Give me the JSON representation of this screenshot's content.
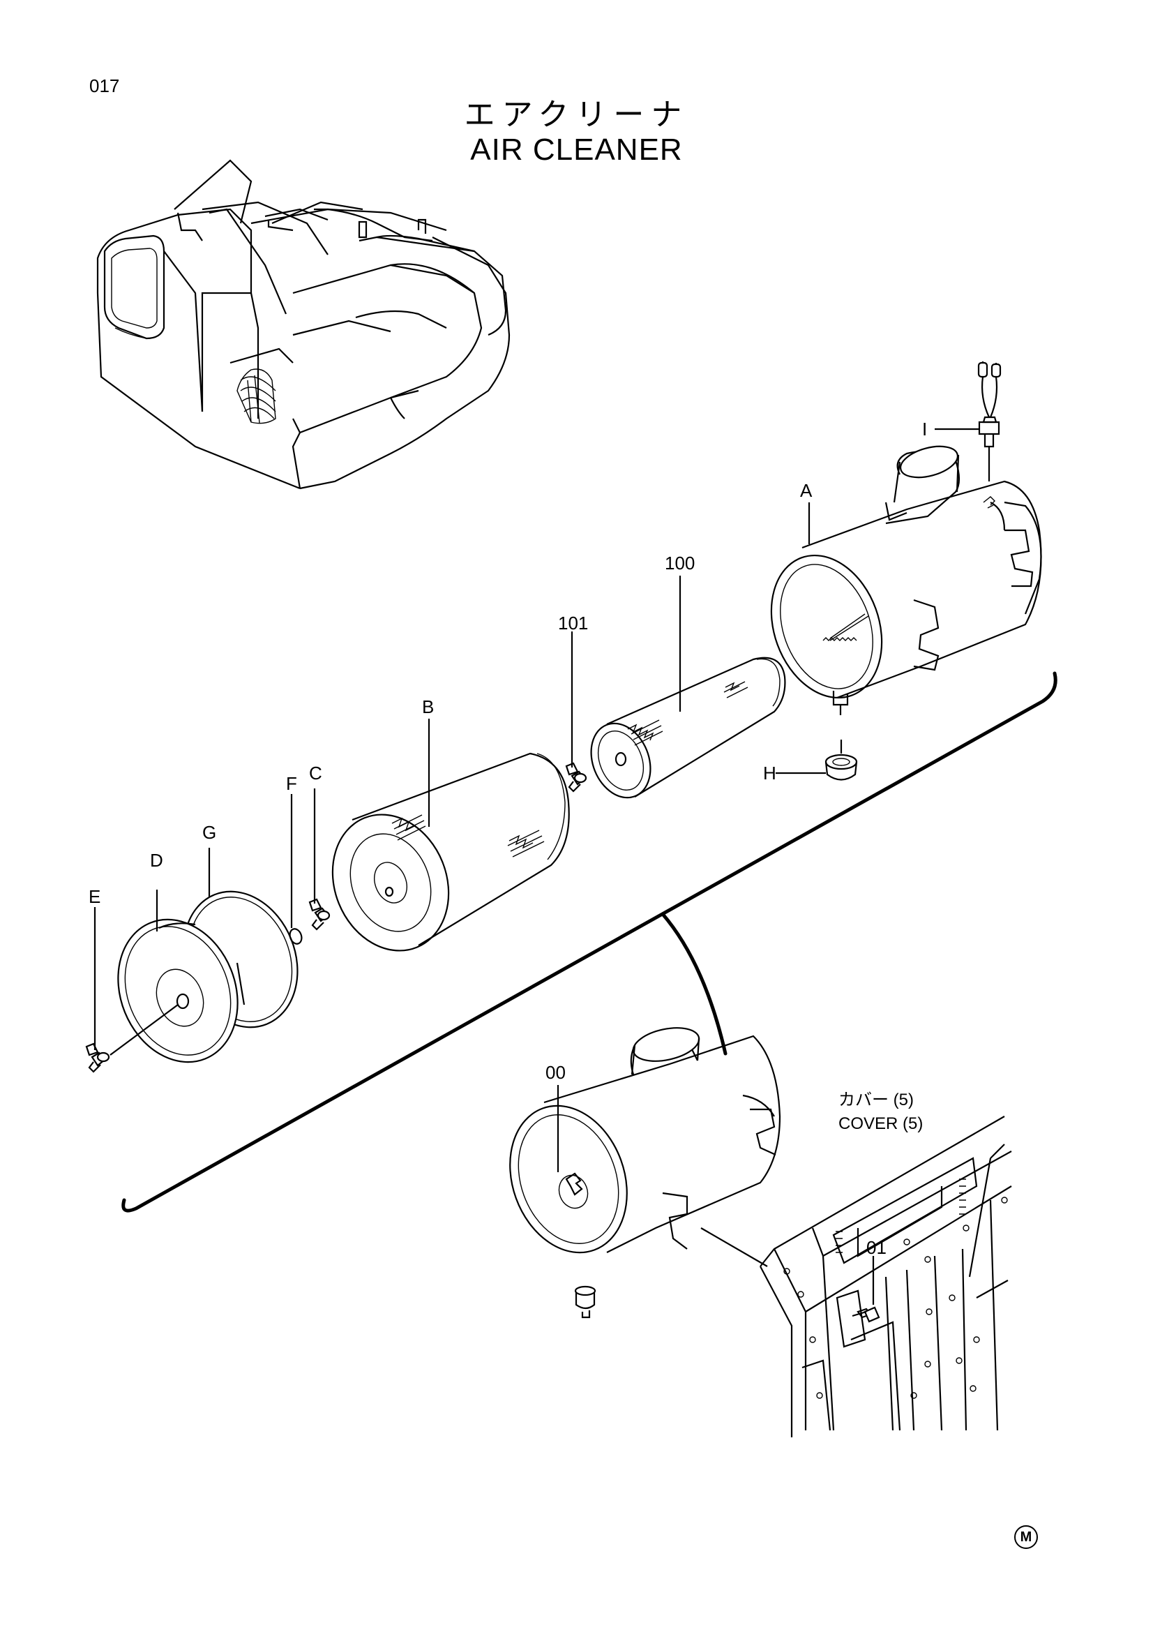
{
  "page_number": "017",
  "title_jp": "エアクリーナ",
  "title_en": "AIR CLEANER",
  "callouts": {
    "I": "I",
    "A": "A",
    "100": "100",
    "101": "101",
    "B": "B",
    "H": "H",
    "F": "F",
    "C": "C",
    "G": "G",
    "D": "D",
    "E": "E",
    "00": "00",
    "01": "01"
  },
  "cover_note": {
    "jp": "カバー (5)",
    "en": "COVER (5)"
  },
  "mark": "M"
}
